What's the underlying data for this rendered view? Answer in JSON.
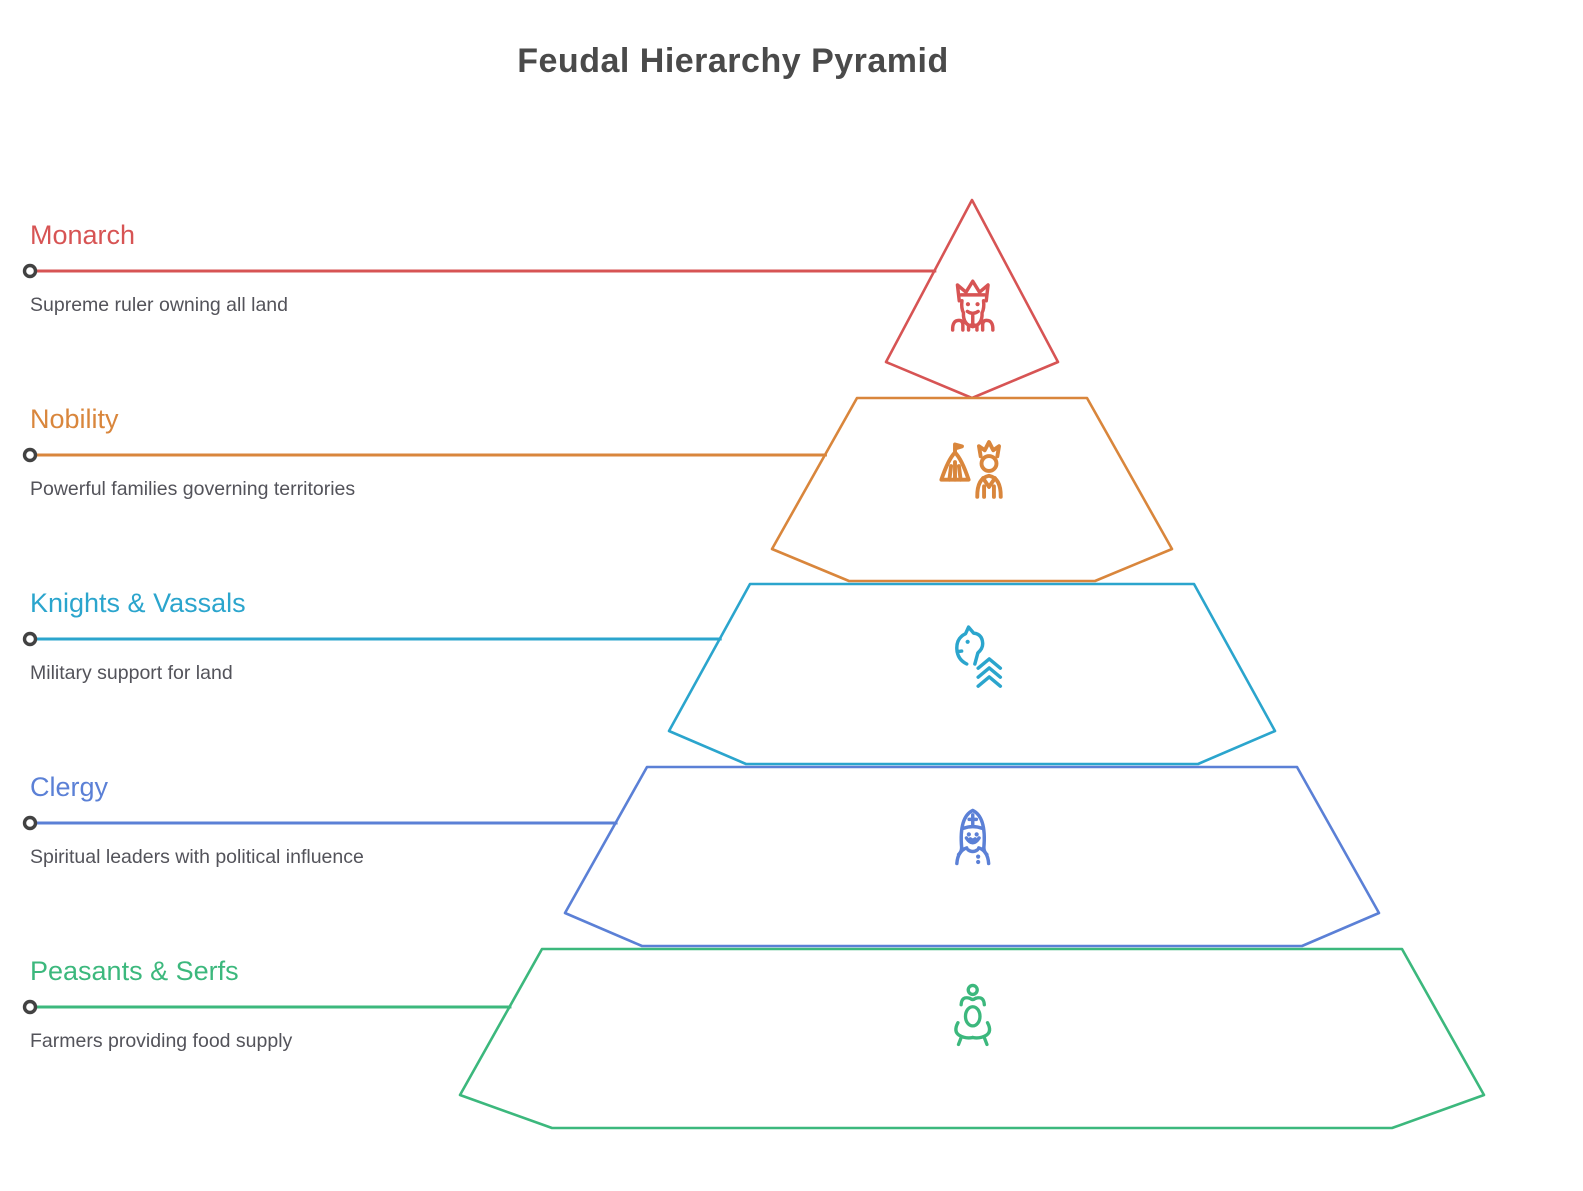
{
  "title": "Feudal Hierarchy Pyramid",
  "theme": {
    "background": "#ffffff",
    "title_color": "#4a4a4a",
    "description_color": "#53535a",
    "connector_dot_color": "#424242",
    "shape_fill": "#ffffff"
  },
  "levels": [
    {
      "name": "Monarch",
      "description": "Supreme ruler owning all land",
      "color": "#d75454",
      "icon": "king-icon"
    },
    {
      "name": "Nobility",
      "description": "Powerful families governing territories",
      "color": "#d9863c",
      "icon": "noble-and-tent-icon"
    },
    {
      "name": "Knights & Vassals",
      "description": "Military support for land",
      "color": "#2ba5cd",
      "icon": "knight-chevrons-icon"
    },
    {
      "name": "Clergy",
      "description": "Spiritual leaders with political influence",
      "color": "#5b80d6",
      "icon": "bishop-icon"
    },
    {
      "name": "Peasants & Serfs",
      "description": "Farmers providing food supply",
      "color": "#3cb87d",
      "icon": "farmer-care-icon"
    }
  ]
}
